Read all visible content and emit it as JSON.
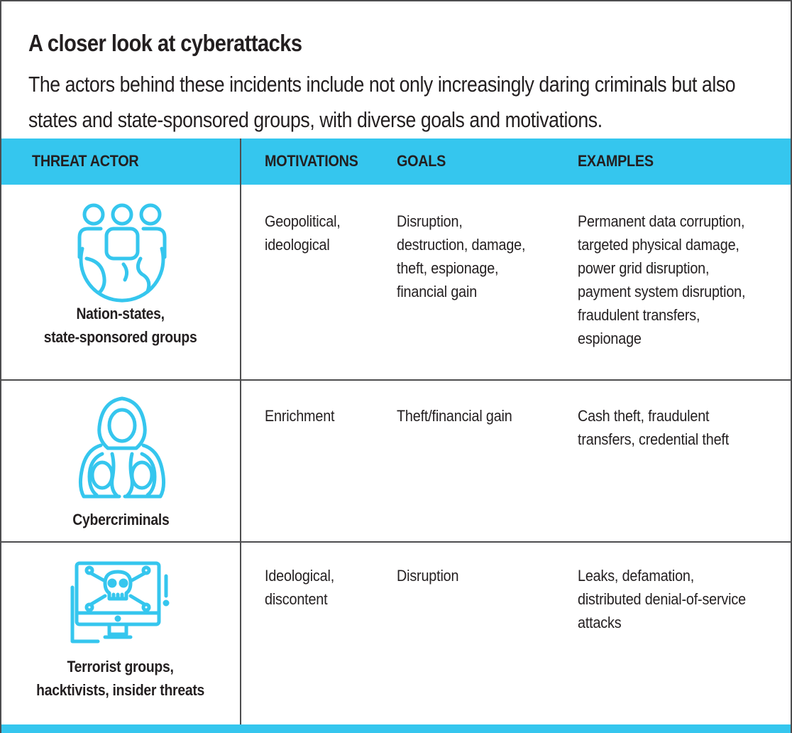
{
  "title": "A closer look at cyberattacks",
  "subtitle": "The actors behind these incidents include not only increasingly daring criminals but also states and state-sponsored groups, with diverse goals and motivations.",
  "colors": {
    "accent": "#35c6ee",
    "text": "#231f20",
    "rule": "#4d4d4f"
  },
  "table": {
    "headers": {
      "actor": "THREAT ACTOR",
      "motivations": "MOTIVATIONS",
      "goals": "GOALS",
      "examples": "EXAMPLES"
    },
    "rows": [
      {
        "icon": "globe-people-icon",
        "actor": "Nation-states,\nstate-sponsored groups",
        "motivations": "Geopolitical,\nideological",
        "goals": "Disruption,\ndestruction, damage,\ntheft, espionage,\nfinancial gain",
        "examples": "Permanent data corruption,\ntargeted physical damage,\npower grid disruption,\npayment system disruption,\nfraudulent transfers,\nespionage"
      },
      {
        "icon": "hooded-hackers-icon",
        "actor": "Cybercriminals",
        "motivations": "Enrichment",
        "goals": "Theft/financial gain",
        "examples": "Cash theft, fraudulent\ntransfers, credential theft"
      },
      {
        "icon": "skull-monitor-icon",
        "actor": "Terrorist groups,\nhacktivists, insider threats",
        "motivations": "Ideological,\ndiscontent",
        "goals": "Disruption",
        "examples": "Leaks, defamation,\ndistributed denial-of-service\nattacks"
      }
    ]
  }
}
